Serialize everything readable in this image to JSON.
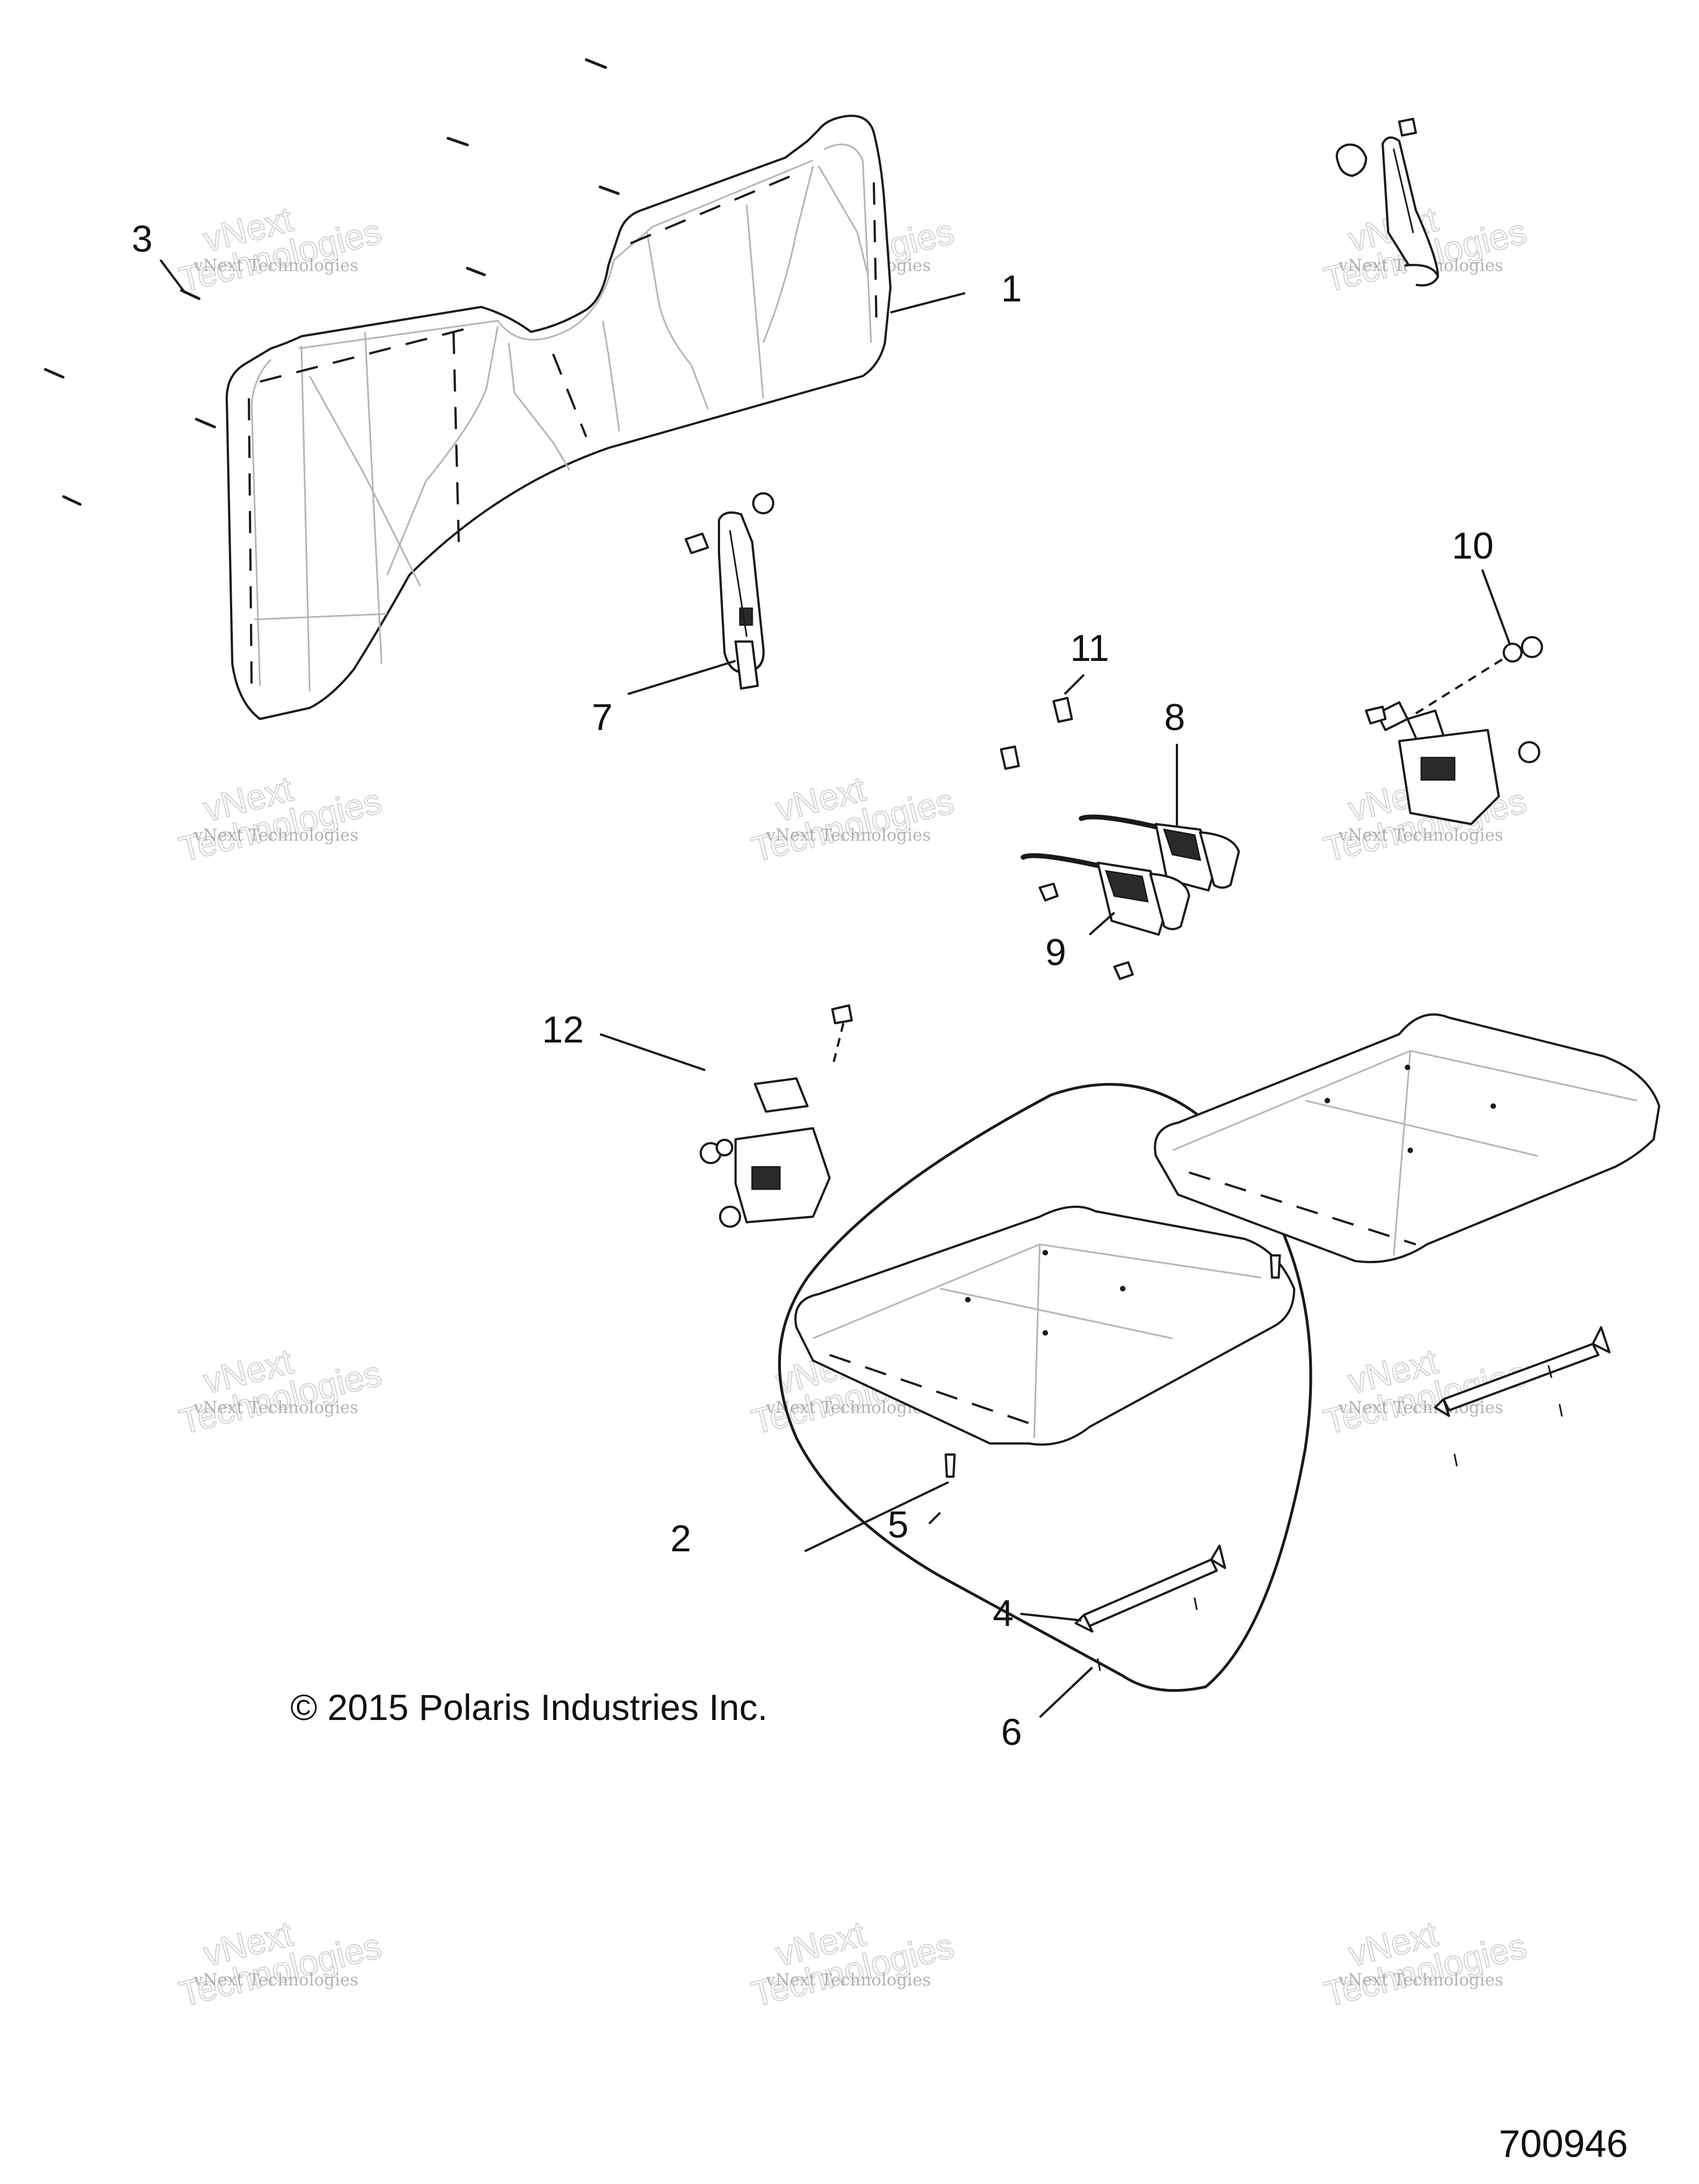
{
  "callouts": [
    {
      "label": "1"
    },
    {
      "label": "2"
    },
    {
      "label": "3"
    },
    {
      "label": "4"
    },
    {
      "label": "5"
    },
    {
      "label": "6"
    },
    {
      "label": "7"
    },
    {
      "label": "8"
    },
    {
      "label": "9"
    },
    {
      "label": "10"
    },
    {
      "label": "11"
    },
    {
      "label": "12"
    }
  ],
  "copyright": "© 2015 Polaris Industries Inc.",
  "document_id": "700946",
  "watermark": {
    "line1": "vNext Technologies",
    "line2": "vNext",
    "line3": "Technologies"
  }
}
